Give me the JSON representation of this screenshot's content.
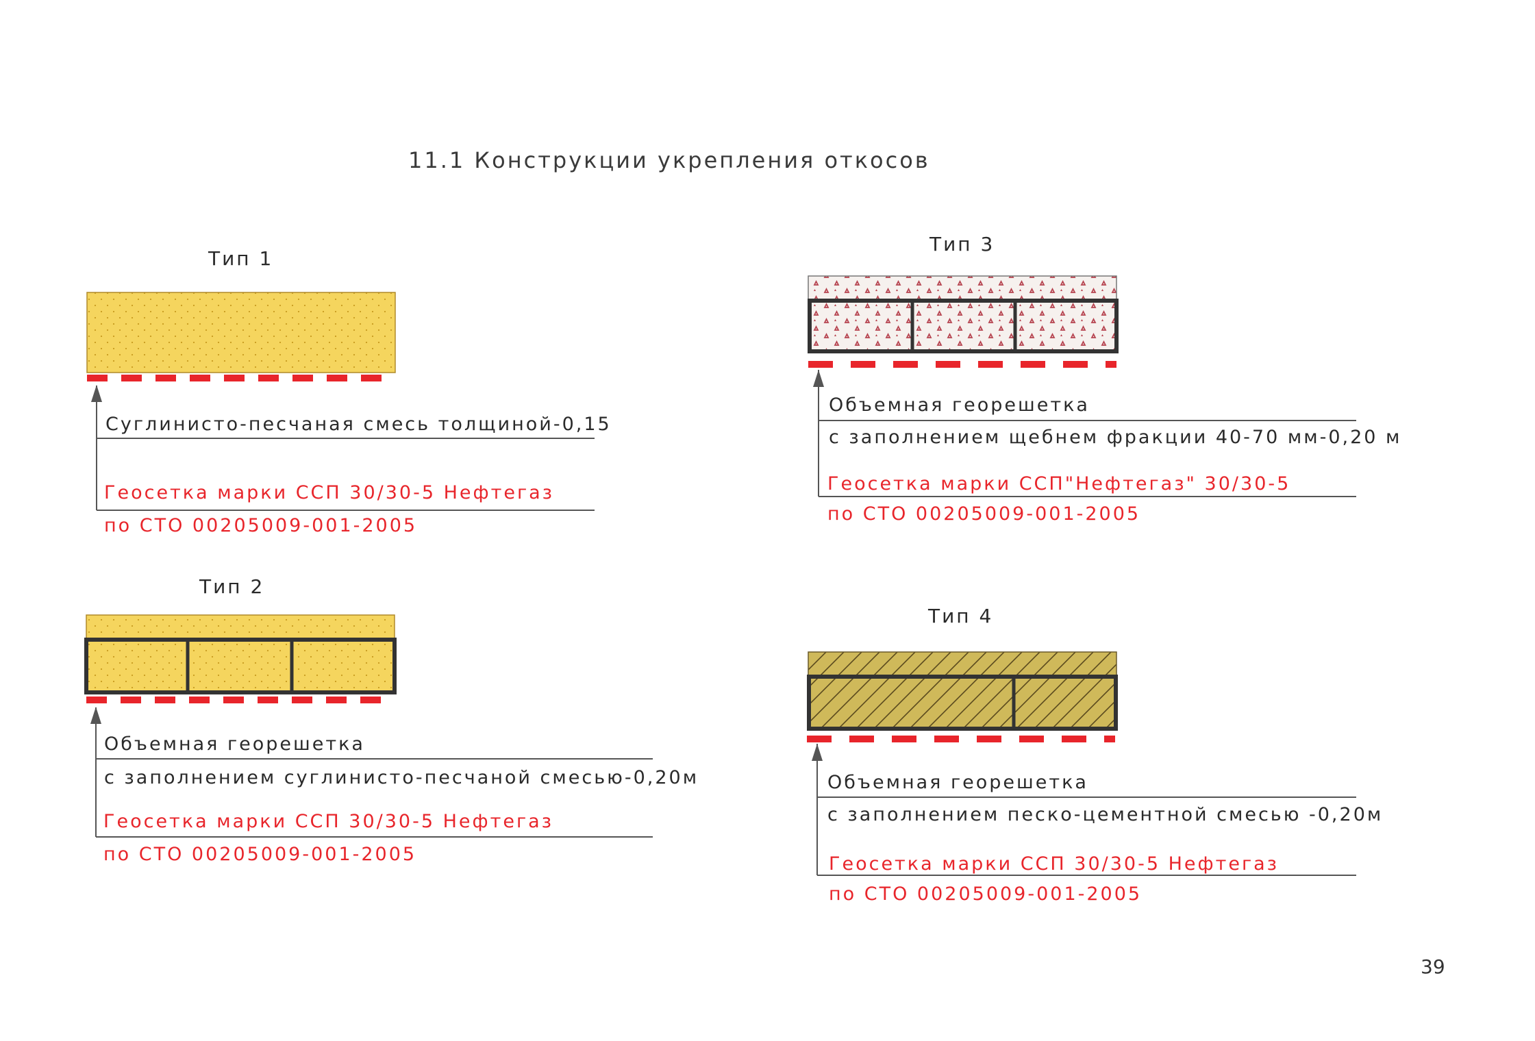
{
  "title": "11.1 Конструкции укрепления откосов",
  "page_number": "39",
  "colors": {
    "sand": "#f5d55e",
    "sand_dot": "#c79a1e",
    "gravel_fill": "#f6f1ee",
    "gravel_triangle": "#b64450",
    "cement": "#cfb95a",
    "hatch": "#5a4a1e",
    "geogrid_frame": "#333333",
    "geonet_red": "#e8252b",
    "leader_line": "#555555"
  },
  "types": [
    {
      "label": "Тип 1",
      "layer_line": "Суглинисто-песчаная смесь толщиной-0,15",
      "geonet_line1": "Геосетка марки ССП 30/30-5 Нефтегаз",
      "geonet_line2": "по СТО 00205009-001-2005"
    },
    {
      "label": "Тип 2",
      "grid_line": "Объемная георешетка",
      "fill_line": "с заполнением суглинисто-песчаной смесью-0,20м",
      "geonet_line1": "Геосетка марки ССП 30/30-5 Нефтегаз",
      "geonet_line2": "по СТО 00205009-001-2005"
    },
    {
      "label": "Тип 3",
      "grid_line": "Объемная георешетка",
      "fill_line": "с заполнением щебнем фракции 40-70 мм-0,20 м",
      "geonet_line1": "Геосетка марки ССП\"Нефтегаз\" 30/30-5",
      "geonet_line2": "по СТО 00205009-001-2005"
    },
    {
      "label": "Тип 4",
      "grid_line": "Объемная георешетка",
      "fill_line": "с заполнением песко-цементной смесью -0,20м",
      "geonet_line1": "Геосетка марки ССП 30/30-5 Нефтегаз",
      "geonet_line2": "по СТО 00205009-001-2005"
    }
  ]
}
